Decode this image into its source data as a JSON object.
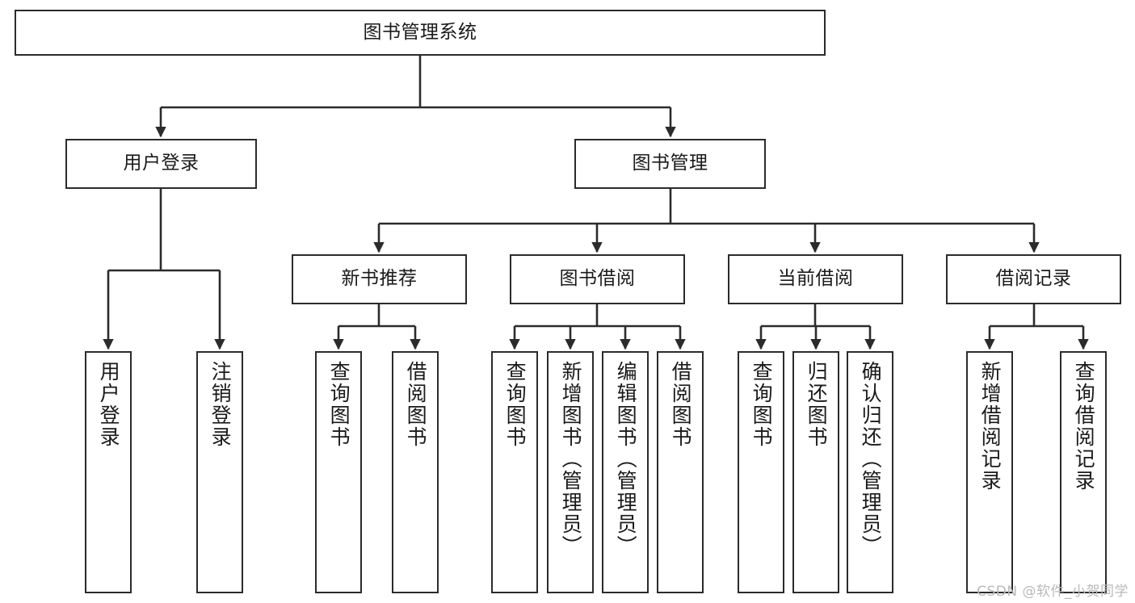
{
  "diagram": {
    "title": "图书管理系统",
    "type": "hierarchy-tree",
    "watermark": "CSDN @软件_小贺同学",
    "colors": {
      "stroke": "#2b2b2b",
      "fill": "#ffffff",
      "text": "#1a1a1a",
      "watermark": "#b9b9b9"
    }
  },
  "nodes": {
    "root": {
      "label": "图书管理系统",
      "level": 0
    },
    "level1": [
      {
        "id": "user-login",
        "label": "用户登录"
      },
      {
        "id": "book-manage",
        "label": "图书管理"
      }
    ],
    "level2": [
      {
        "id": "new-book-recommend",
        "label": "新书推荐",
        "parent": "book-manage"
      },
      {
        "id": "book-borrow",
        "label": "图书借阅",
        "parent": "book-manage"
      },
      {
        "id": "current-borrow",
        "label": "当前借阅",
        "parent": "book-manage"
      },
      {
        "id": "borrow-record",
        "label": "借阅记录",
        "parent": "book-manage"
      }
    ],
    "leaves": [
      {
        "id": "leaf-user-login",
        "label": "用户登录",
        "parent": "user-login"
      },
      {
        "id": "leaf-user-logout",
        "label": "注销登录",
        "parent": "user-login"
      },
      {
        "id": "leaf-query-book-1",
        "label": "查询图书",
        "parent": "new-book-recommend"
      },
      {
        "id": "leaf-borrow-book-1",
        "label": "借阅图书",
        "parent": "new-book-recommend"
      },
      {
        "id": "leaf-query-book-2",
        "label": "查询图书",
        "parent": "book-borrow"
      },
      {
        "id": "leaf-add-book",
        "label": "新增图书（管理员）",
        "parent": "book-borrow"
      },
      {
        "id": "leaf-edit-book",
        "label": "编辑图书（管理员）",
        "parent": "book-borrow"
      },
      {
        "id": "leaf-borrow-book-2",
        "label": "借阅图书",
        "parent": "book-borrow"
      },
      {
        "id": "leaf-query-book-3",
        "label": "查询图书",
        "parent": "current-borrow"
      },
      {
        "id": "leaf-return-book",
        "label": "归还图书",
        "parent": "current-borrow"
      },
      {
        "id": "leaf-confirm-return",
        "label": "确认归还（管理员）",
        "parent": "current-borrow"
      },
      {
        "id": "leaf-add-record",
        "label": "新增借阅记录",
        "parent": "borrow-record"
      },
      {
        "id": "leaf-query-record",
        "label": "查询借阅记录",
        "parent": "borrow-record"
      }
    ]
  }
}
